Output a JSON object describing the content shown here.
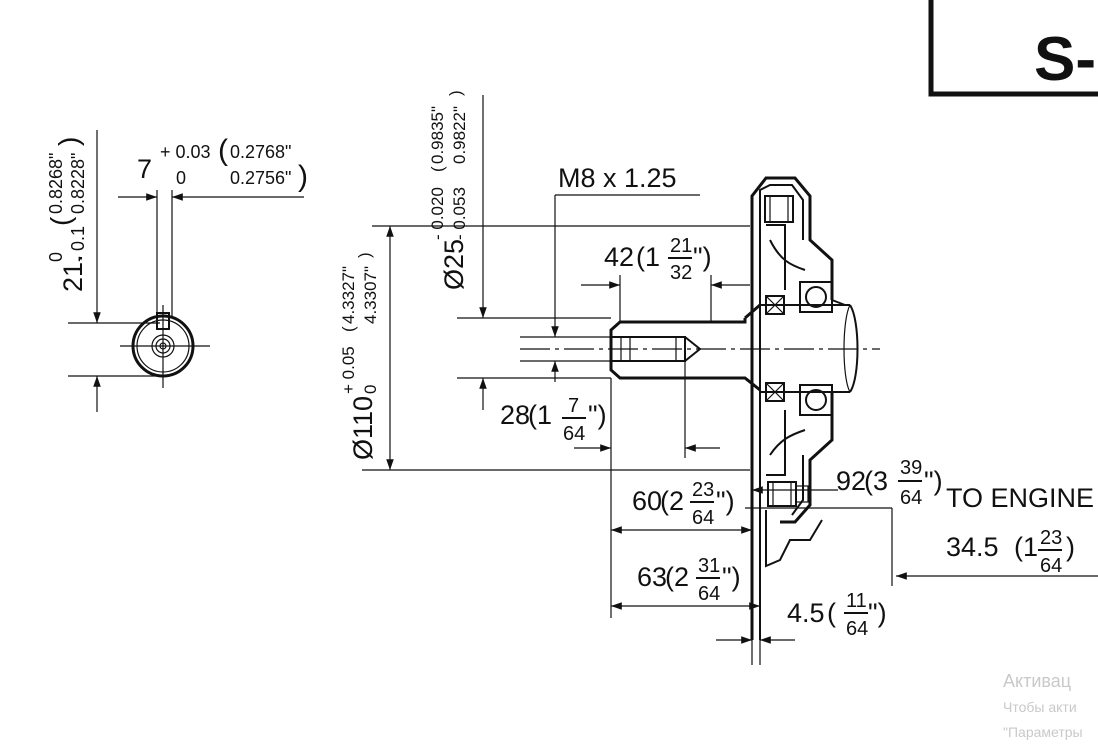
{
  "title_box": {
    "label": "S-"
  },
  "keyway": {
    "width_nominal": "7",
    "width_tol_upper": "+ 0.03",
    "width_tol_lower": "0",
    "width_in_upper": "0.2768\"",
    "width_in_lower": "0.2756\"",
    "depth_nominal": "21.",
    "depth_tol_upper": "0",
    "depth_tol_lower": "- 0.1",
    "depth_in_upper": "0.8268\"",
    "depth_in_lower": "0.8228\""
  },
  "shaft": {
    "diameter_label": "Ø25",
    "diameter_tol_upper": "- 0.020",
    "diameter_tol_lower": "- 0.053",
    "diameter_in_upper": "0.9835\"",
    "diameter_in_lower": "0.9822\"",
    "thread": "M8 x 1.25"
  },
  "pilot": {
    "diameter_label": "Ø110",
    "tol_upper": "+ 0.05",
    "tol_lower": "0",
    "in_upper": "4.3327\"",
    "in_lower": "4.3307\""
  },
  "dimensions": {
    "d42": {
      "mm": "42",
      "whole": "(1",
      "num": "21",
      "den": "32",
      "close": "\")"
    },
    "d28": {
      "mm": "28",
      "whole": "(1",
      "num": "7",
      "den": "64",
      "close": "\")"
    },
    "d60": {
      "mm": "60",
      "whole": "(2",
      "num": "23",
      "den": "64",
      "close": "\")"
    },
    "d63": {
      "mm": "63",
      "whole": "(2",
      "num": "31",
      "den": "64",
      "close": "\")"
    },
    "d92": {
      "mm": "92",
      "whole": "(3",
      "num": "39",
      "den": "64",
      "close": "\")"
    },
    "d45": {
      "mm": "4.5",
      "whole": "(",
      "num": "11",
      "den": "64",
      "close": "\")"
    },
    "d345": {
      "mm": "34.5",
      "whole": "(1",
      "num": "23",
      "den": "64",
      "close": ")"
    }
  },
  "to_engine": "TO ENGINE",
  "watermark": {
    "line1": "Активац",
    "line2": "Чтобы акти",
    "line3": "\"Параметры"
  }
}
